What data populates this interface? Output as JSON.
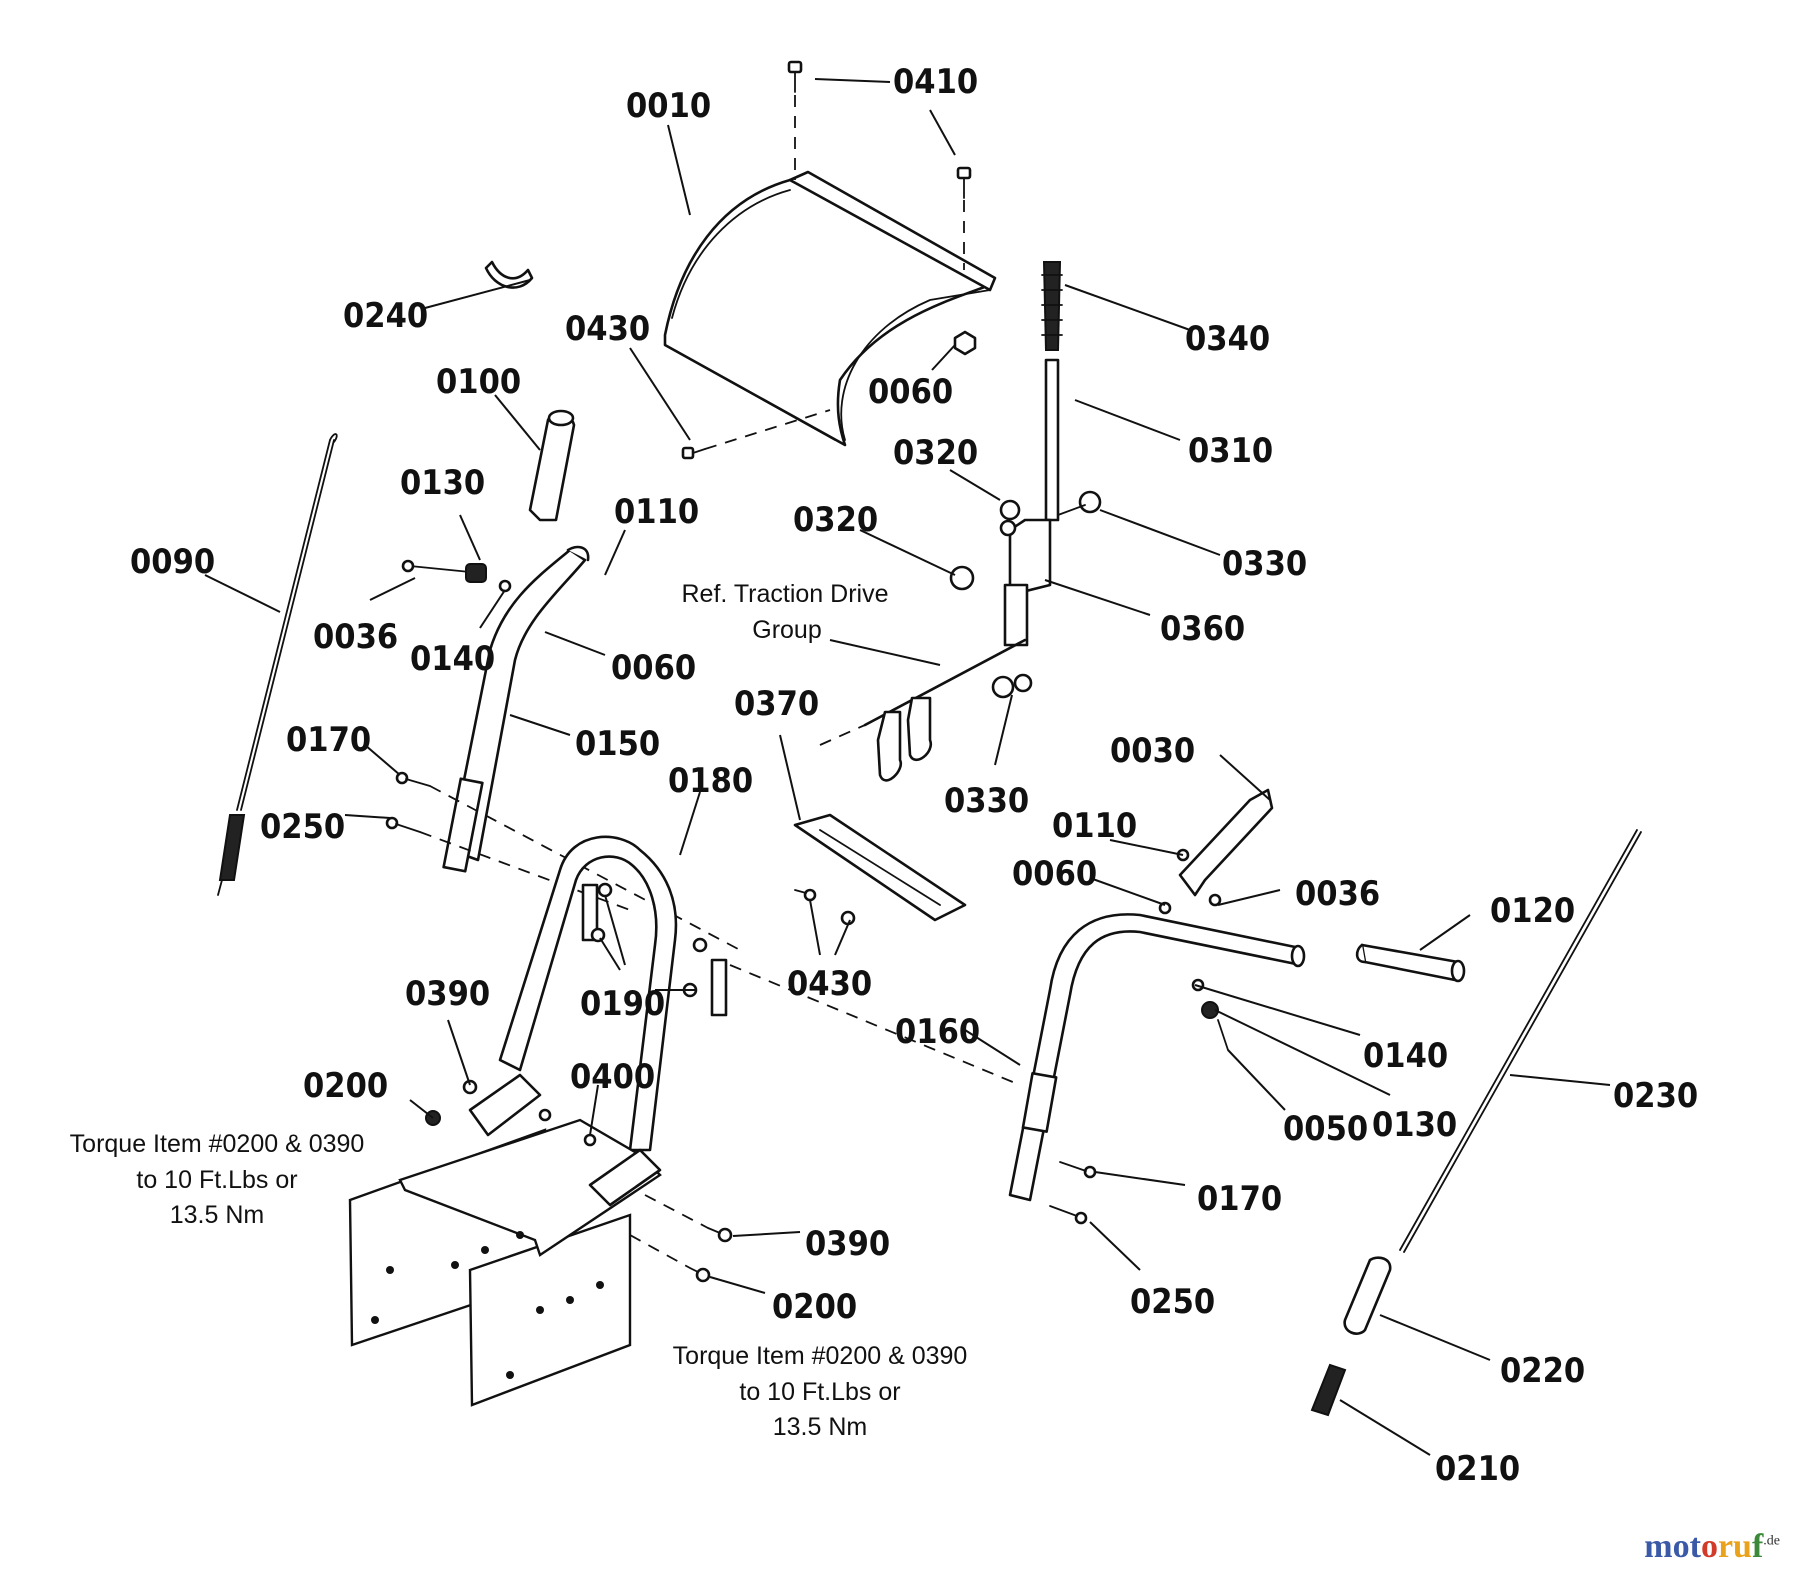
{
  "labels": {
    "p0010": "0010",
    "p0410": "0410",
    "p0240": "0240",
    "p0430a": "0430",
    "p0060a": "0060",
    "p0340": "0340",
    "p0310": "0310",
    "p0100": "0100",
    "p0320a": "0320",
    "p0320b": "0320",
    "p0330a": "0330",
    "p0130a": "0130",
    "p0110a": "0110",
    "p0090": "0090",
    "p0036a": "0036",
    "p0140a": "0140",
    "p0060b": "0060",
    "p0360": "0360",
    "p0370": "0370",
    "p0150": "0150",
    "p0170a": "0170",
    "p0330b": "0330",
    "p0030": "0030",
    "p0180": "0180",
    "p0250a": "0250",
    "p0110b": "0110",
    "p0060c": "0060",
    "p0036b": "0036",
    "p0120": "0120",
    "p0430b": "0430",
    "p0190": "0190",
    "p0390a": "0390",
    "p0160": "0160",
    "p0140b": "0140",
    "p0200a": "0200",
    "p0400": "0400",
    "p0230": "0230",
    "p0050": "0050",
    "p0130b": "0130",
    "p0170b": "0170",
    "p0390b": "0390",
    "p0200b": "0200",
    "p0250b": "0250",
    "p0220": "0220",
    "p0210": "0210"
  },
  "notes": {
    "ref_line1": "Ref. Traction Drive",
    "ref_line2": "Group",
    "torque_left_line1": "Torque Item #0200 & 0390",
    "torque_left_line2": "to 10 Ft.Lbs or",
    "torque_left_line3": "13.5 Nm",
    "torque_center_line1": "Torque Item #0200 & 0390",
    "torque_center_line2": "to 10 Ft.Lbs or",
    "torque_center_line3": "13.5 Nm"
  },
  "brand": {
    "part1": "mot",
    "part2": "o",
    "part3": "ru",
    "part4": "f",
    "suffix": ".de"
  }
}
